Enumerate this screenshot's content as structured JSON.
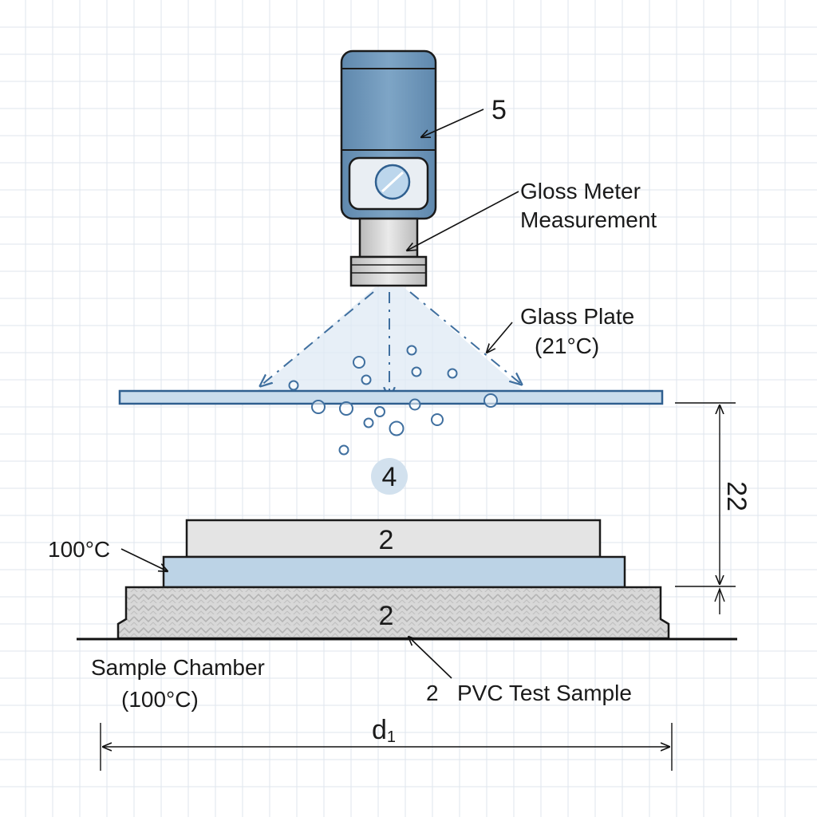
{
  "labels": {
    "meter_number": "5",
    "meter_title_line1": "Gloss Meter",
    "meter_title_line2": "Measurement",
    "plate_title_line1": "Glass Plate",
    "plate_title_line2": "(21°C)",
    "zone_number": "4",
    "upper_block_number": "2",
    "base_block_number": "2",
    "heater_temp": "100°C",
    "chamber_line1": "Sample Chamber",
    "chamber_line2": "(100°C)",
    "sample_number": "2",
    "sample_title": "PVC Test Sample",
    "vertical_dimension": "22",
    "width_dimension_base": "d",
    "width_dimension_sub": "1"
  },
  "colors": {
    "meter_body": "#6e96b9",
    "plate": "#c9dcec",
    "heater_plate": "#bcd3e6",
    "upper_block": "#e4e4e4",
    "base_block": "#d4d4d4",
    "line": "#1a1a1a"
  }
}
